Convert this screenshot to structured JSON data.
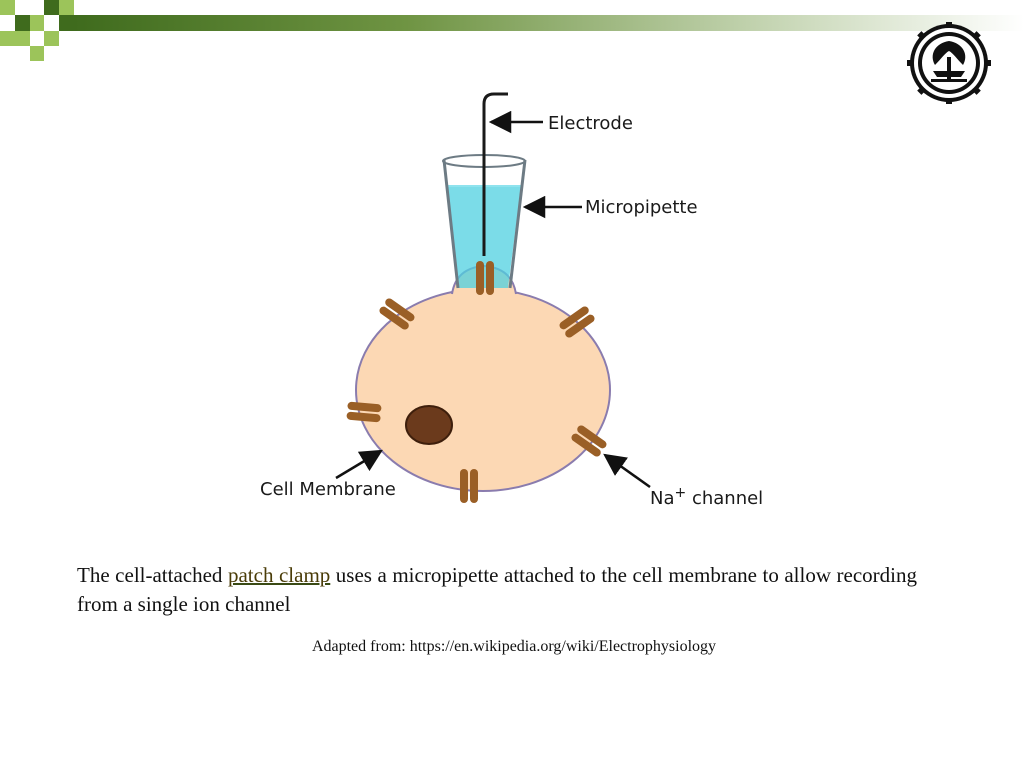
{
  "theme": {
    "accent_dark": "#3f6b1d",
    "accent_light": "#9cc45a",
    "cell_fill": "#fcd8b4",
    "cell_stroke": "#8a7cae",
    "channel_color": "#9a5f26",
    "nucleus_color": "#6b3a1c",
    "pipette_liquid": "#4fd0e0"
  },
  "header": {
    "logo_icon": "university-emblem-icon"
  },
  "diagram": {
    "labels": {
      "electrode": "Electrode",
      "micropipette": "Micropipette",
      "cell_membrane": "Cell Membrane",
      "na_channel_prefix": "Na",
      "na_channel_superscript": "+",
      "na_channel_suffix": " channel"
    }
  },
  "caption": {
    "before": "The cell-attached ",
    "link": "patch clamp",
    "after": " uses a micropipette attached to the cell membrane to allow recording from a single ion channel"
  },
  "source": {
    "text": "Adapted from: https://en.wikipedia.org/wiki/Electrophysiology"
  }
}
